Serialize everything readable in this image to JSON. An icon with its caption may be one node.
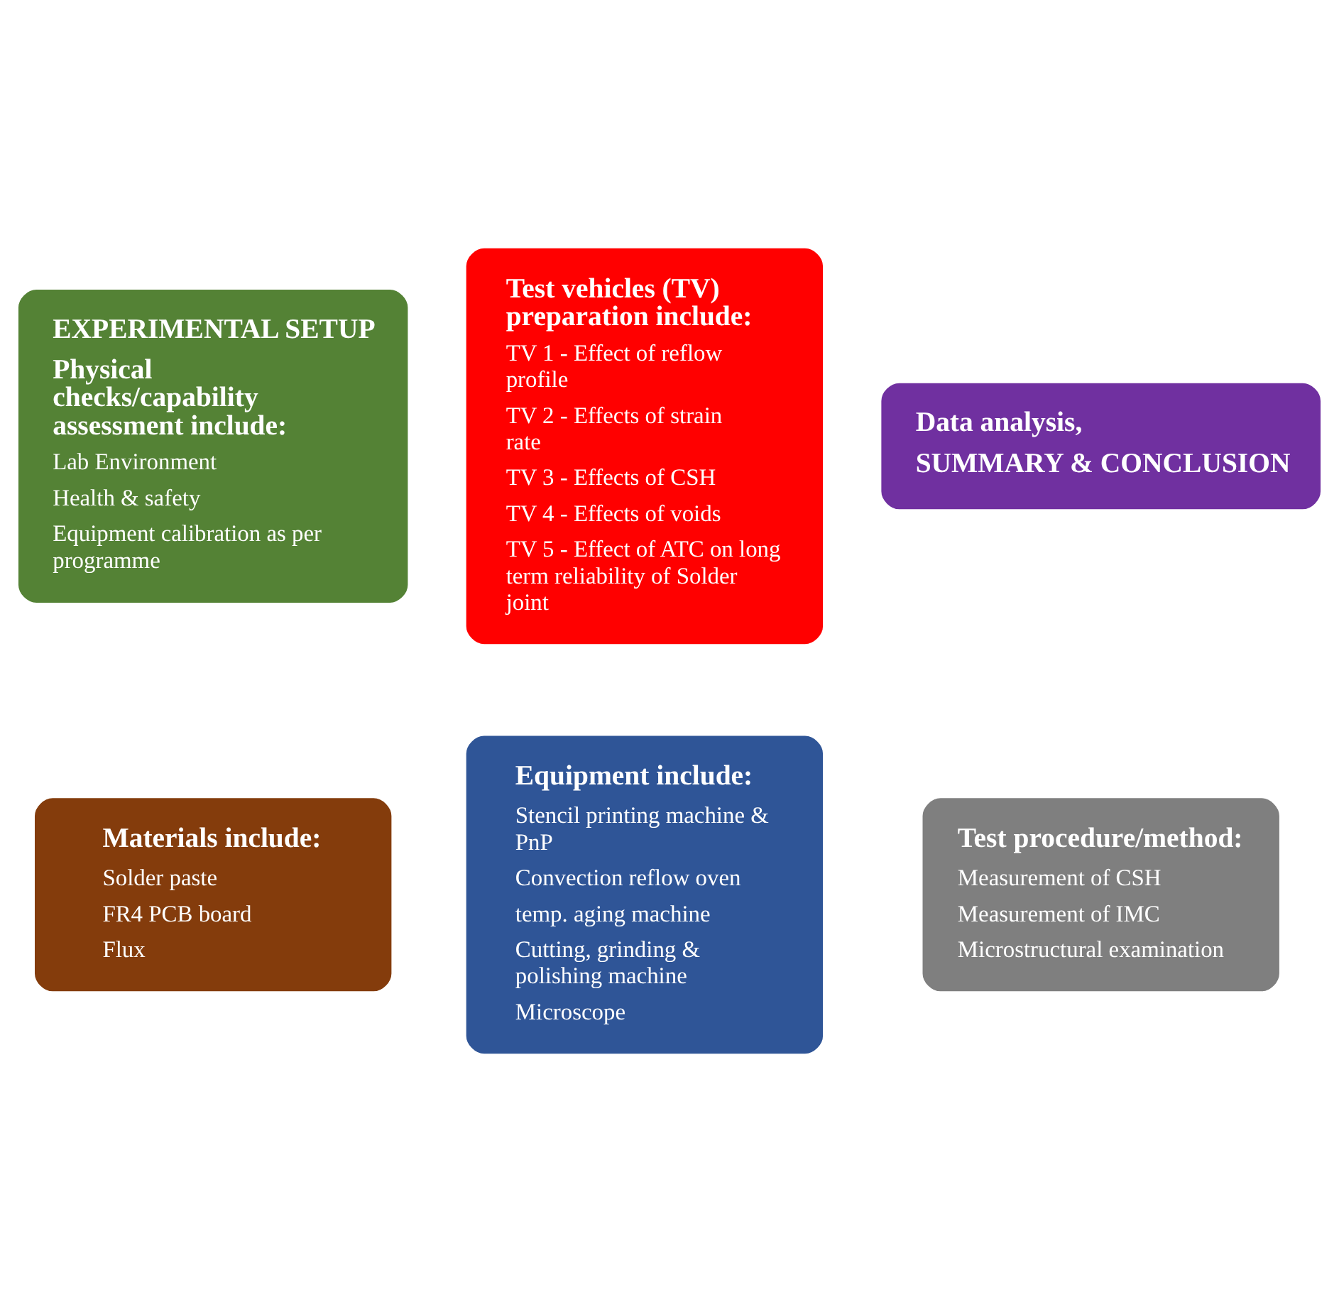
{
  "diagram": {
    "nodes": [
      {
        "text": [
          "EXPERIMENTAL SETUP",
          "Physical checks/capability assessment include:",
          "Lab Environment",
          "Health & safety",
          "Equipment calibration as per programme"
        ]
      },
      {
        "text": [
          "Test vehicles (TV) preparation include:",
          "TV 1 - Effect of reflow profile",
          "TV 2 - Effects of strain rate",
          "TV 3 - Effects of CSH",
          "TV 4 - Effects of voids",
          "TV 5 - Effect of ATC on long term reliability of Solder joint"
        ]
      },
      {
        "text": [
          "Equipment include:",
          "Stencil printing machine & PnP",
          "Convection reflow oven",
          "temp. aging machine",
          "Cutting, grinding & polishing machine",
          "Microscope"
        ]
      },
      {
        "text": [
          "Materials include:",
          "Solder paste",
          "FR4 PCB board",
          "Flux"
        ]
      },
      {
        "text": [
          "Test procedure/method:",
          "Measurement of CSH",
          "Measurement of IMC",
          "Microstructural examination"
        ]
      },
      {
        "text": [
          "Data analysis,",
          "SUMMARY & CONCLUSION"
        ]
      }
    ]
  }
}
